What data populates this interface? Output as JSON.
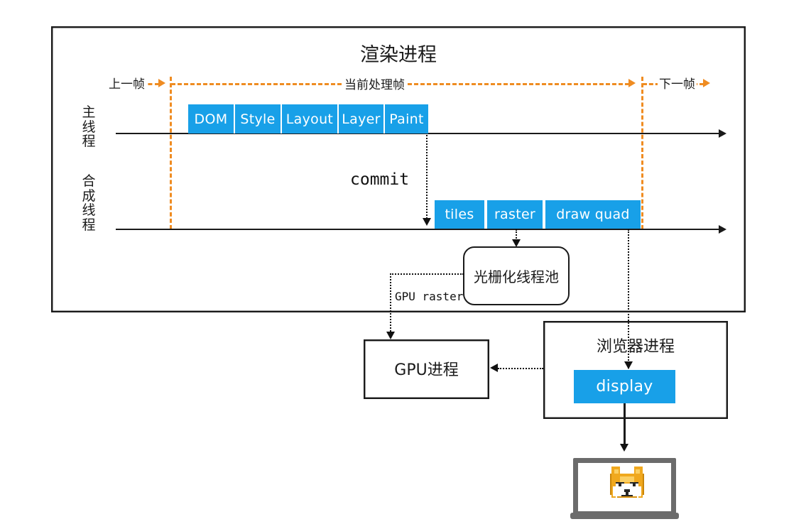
{
  "diagram": {
    "accent_blue": "#18a0e8",
    "frame_marker_color": "#ef8c22",
    "line_color": "#1a1a1a"
  },
  "renderer_process": {
    "title": "渲染进程",
    "frame_markers": {
      "previous_frame": "上一帧",
      "current_frame": "当前处理帧",
      "next_frame": "下一帧"
    },
    "threads": [
      {
        "name": "主线程",
        "stages": [
          {
            "label": "DOM"
          },
          {
            "label": "Style"
          },
          {
            "label": "Layout"
          },
          {
            "label": "Layer"
          },
          {
            "label": "Paint"
          }
        ]
      },
      {
        "name": "合成线程",
        "stages": [
          {
            "label": "tiles"
          },
          {
            "label": "raster"
          },
          {
            "label": "draw quad"
          }
        ]
      }
    ],
    "commit_label": "commit",
    "raster_pool": "光栅化线程池",
    "gpu_raster_label": "GPU raster"
  },
  "gpu_process": {
    "title": "GPU进程"
  },
  "browser_process": {
    "title": "浏览器进程",
    "display_block": "display"
  },
  "output_device": {
    "name": "laptop-screen",
    "content_icon": "doge-face-icon"
  }
}
